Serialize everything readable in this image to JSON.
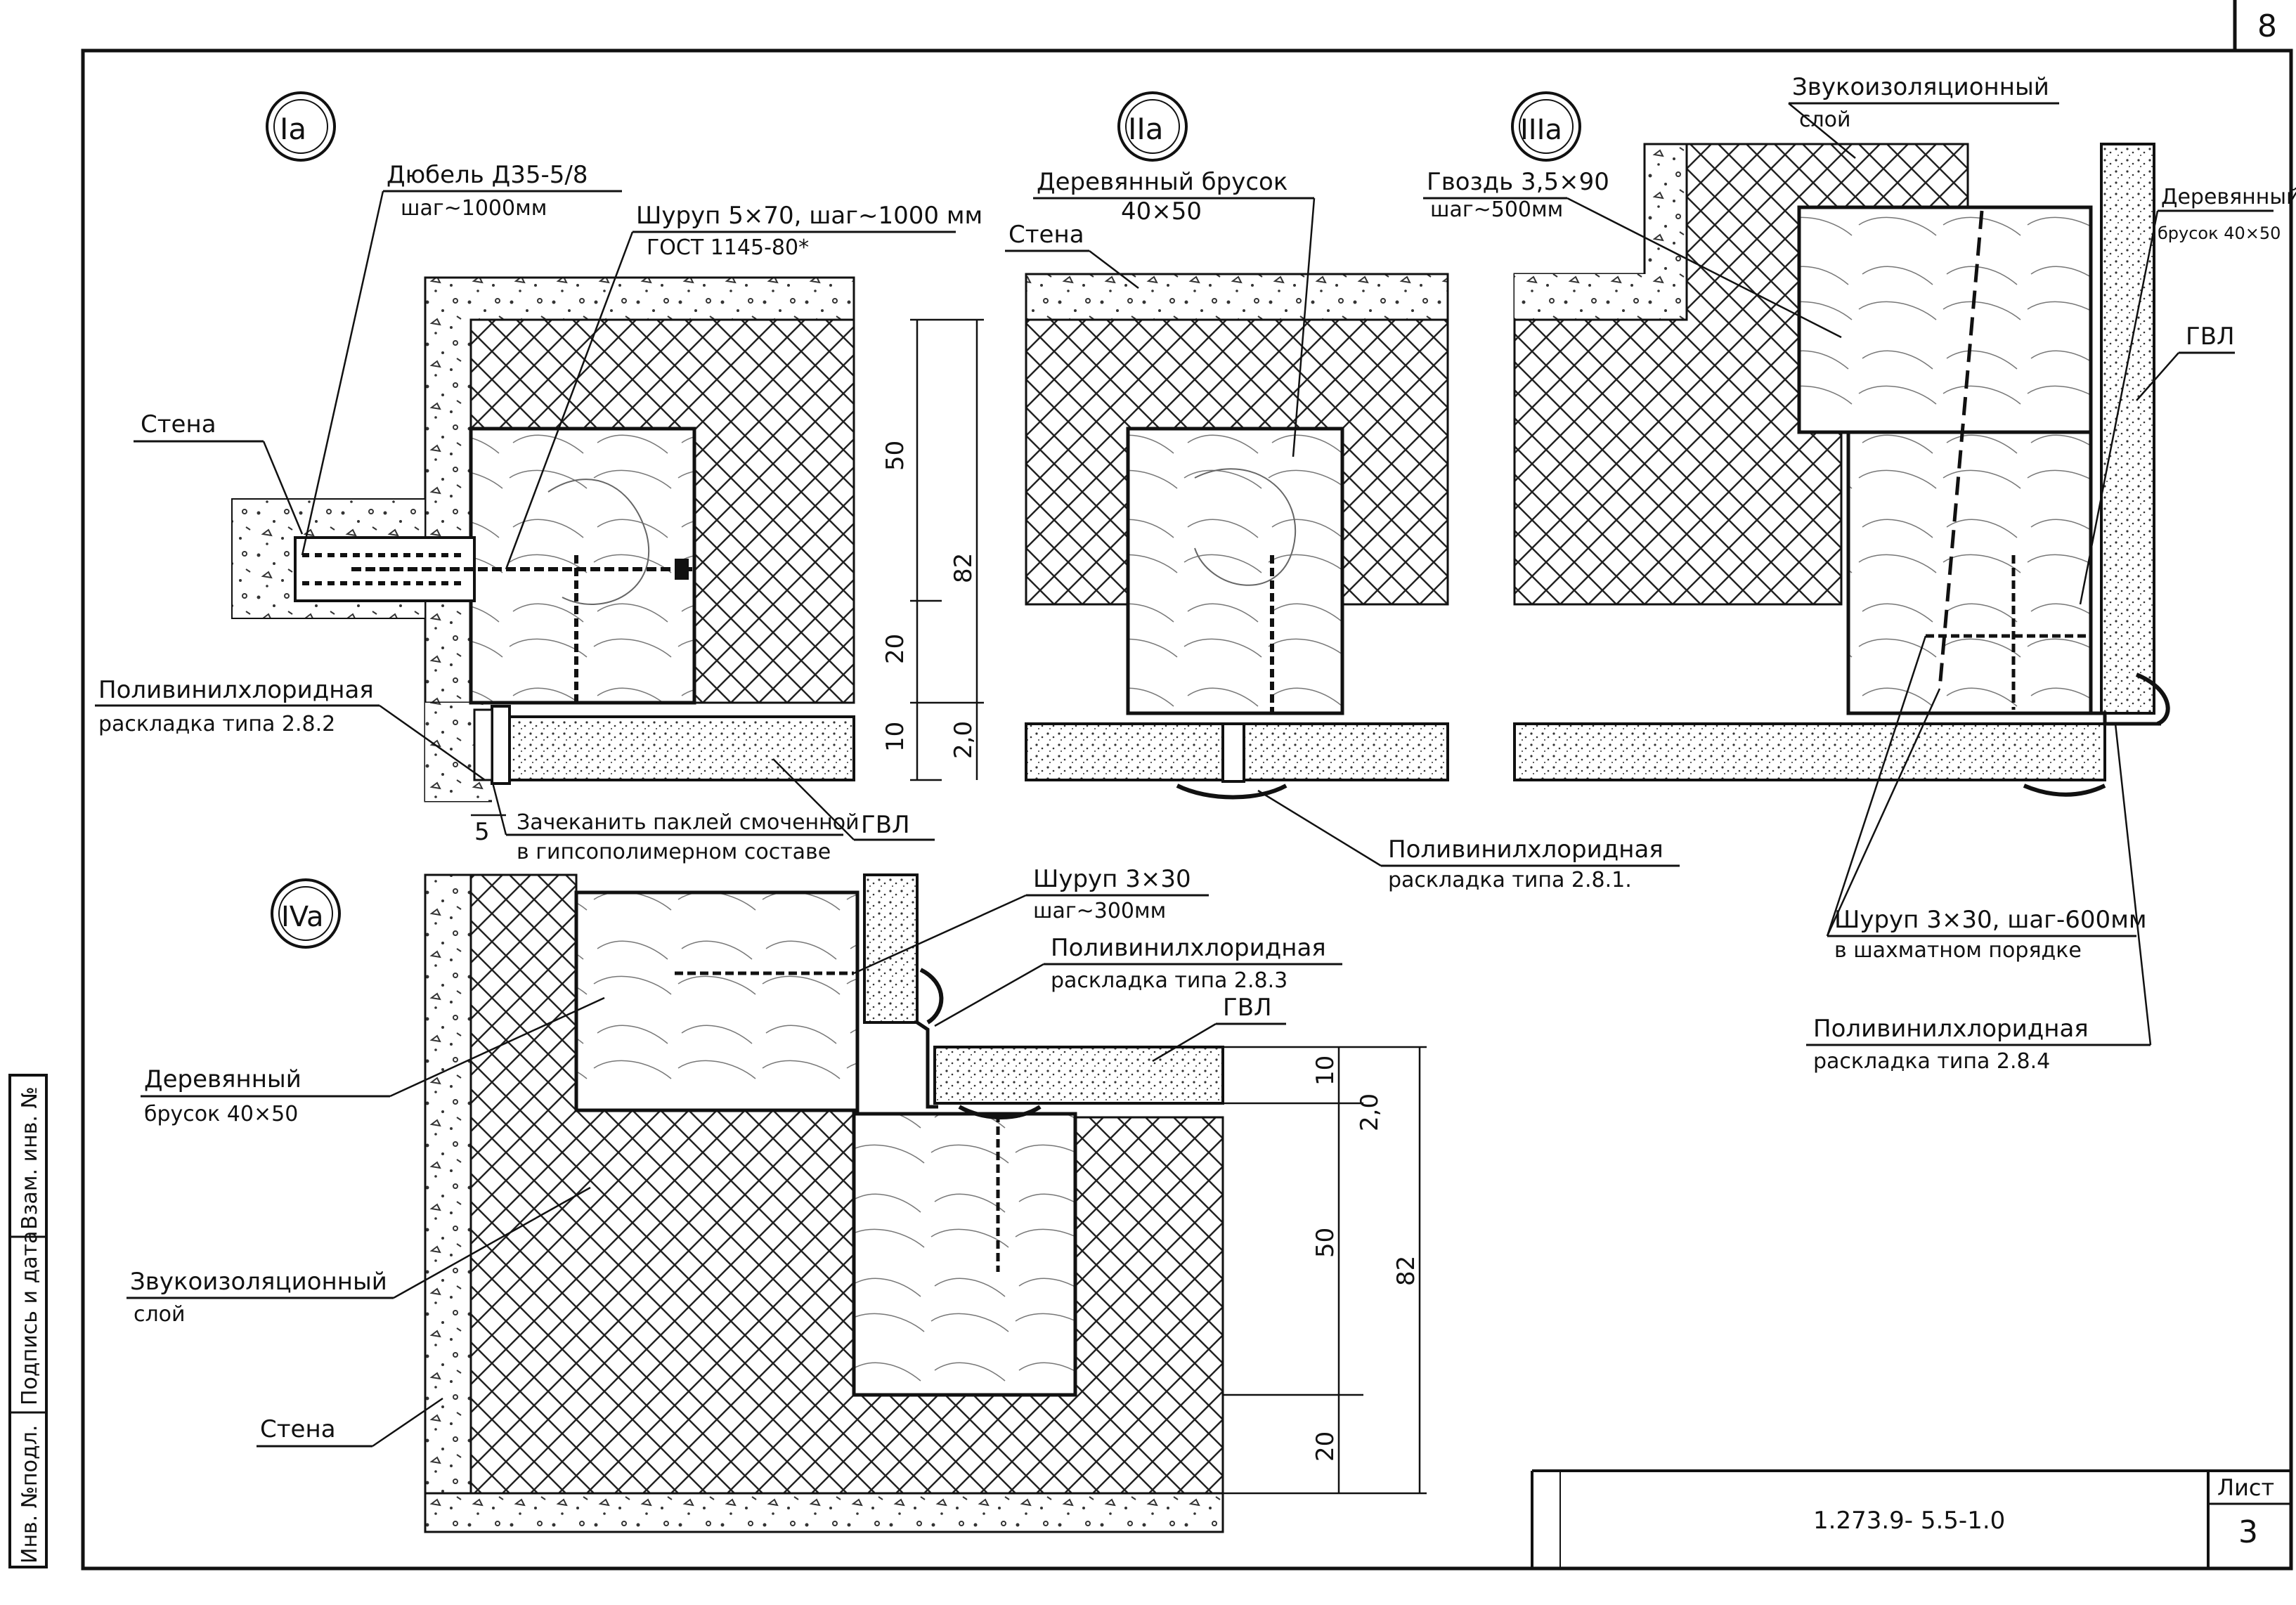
{
  "sheet_corner_number": "8",
  "title_block": {
    "sheet_label": "Лист",
    "code": "1.273.9- 5.5-1.0",
    "sheet_number": "3"
  },
  "side_stamp": [
    "Инв. №подл.",
    "Подпись и дата",
    "Взам. инв. №"
  ],
  "nodes": {
    "I": {
      "marker": "Ia",
      "dowel_1": "Дюбель Д35-5/8",
      "dowel_2": "шаг~1000мм",
      "screw_1": "Шуруп 5×70, шаг~1000 мм",
      "screw_2": "ГОСТ 1145-80*",
      "wall": "Стена",
      "pvc_1": "Поливинилхлоридная",
      "pvc_2": "раскладка типа 2.8.2",
      "caulk_1": "Зачеканить паклей смоченной",
      "caulk_2": "в гипсополимерном составе",
      "gvl": "ГВЛ",
      "dims": {
        "a": "50",
        "b": "20",
        "c": "10",
        "d": "82",
        "e": "2,0",
        "gap": "5"
      }
    },
    "II": {
      "marker": "IIa",
      "bar_1": "Деревянный брусок",
      "bar_2": "40×50",
      "wall": "Стена",
      "pvc_1": "Поливинилхлоридная",
      "pvc_2": "раскладка типа 2.8.1."
    },
    "III": {
      "marker": "IIIa",
      "sound_1": "Звукоизоляционный",
      "sound_2": "слой",
      "nail_1": "Гвоздь 3,5×90",
      "nail_2": "шаг~500мм",
      "bar_1": "Деревянный",
      "bar_2": "брусок 40×50",
      "gvl": "ГВЛ",
      "screw_1": "Шуруп 3×30, шаг-600мм",
      "screw_2": "в шахматном порядке",
      "pvc_1": "Поливинилхлоридная",
      "pvc_2": "раскладка типа 2.8.4"
    },
    "IV": {
      "marker": "IVa",
      "screw_1": "Шуруп 3×30",
      "screw_2": "шаг~300мм",
      "pvc_1": "Поливинилхлоридная",
      "pvc_2": "раскладка типа 2.8.3",
      "gvl": "ГВЛ",
      "bar_1": "Деревянный",
      "bar_2": "брусок 40×50",
      "sound_1": "Звукоизоляционный",
      "sound_2": "слой",
      "wall": "Стена",
      "dims": {
        "a": "10",
        "e": "2,0",
        "b": "50",
        "c": "20",
        "d": "82"
      }
    }
  }
}
